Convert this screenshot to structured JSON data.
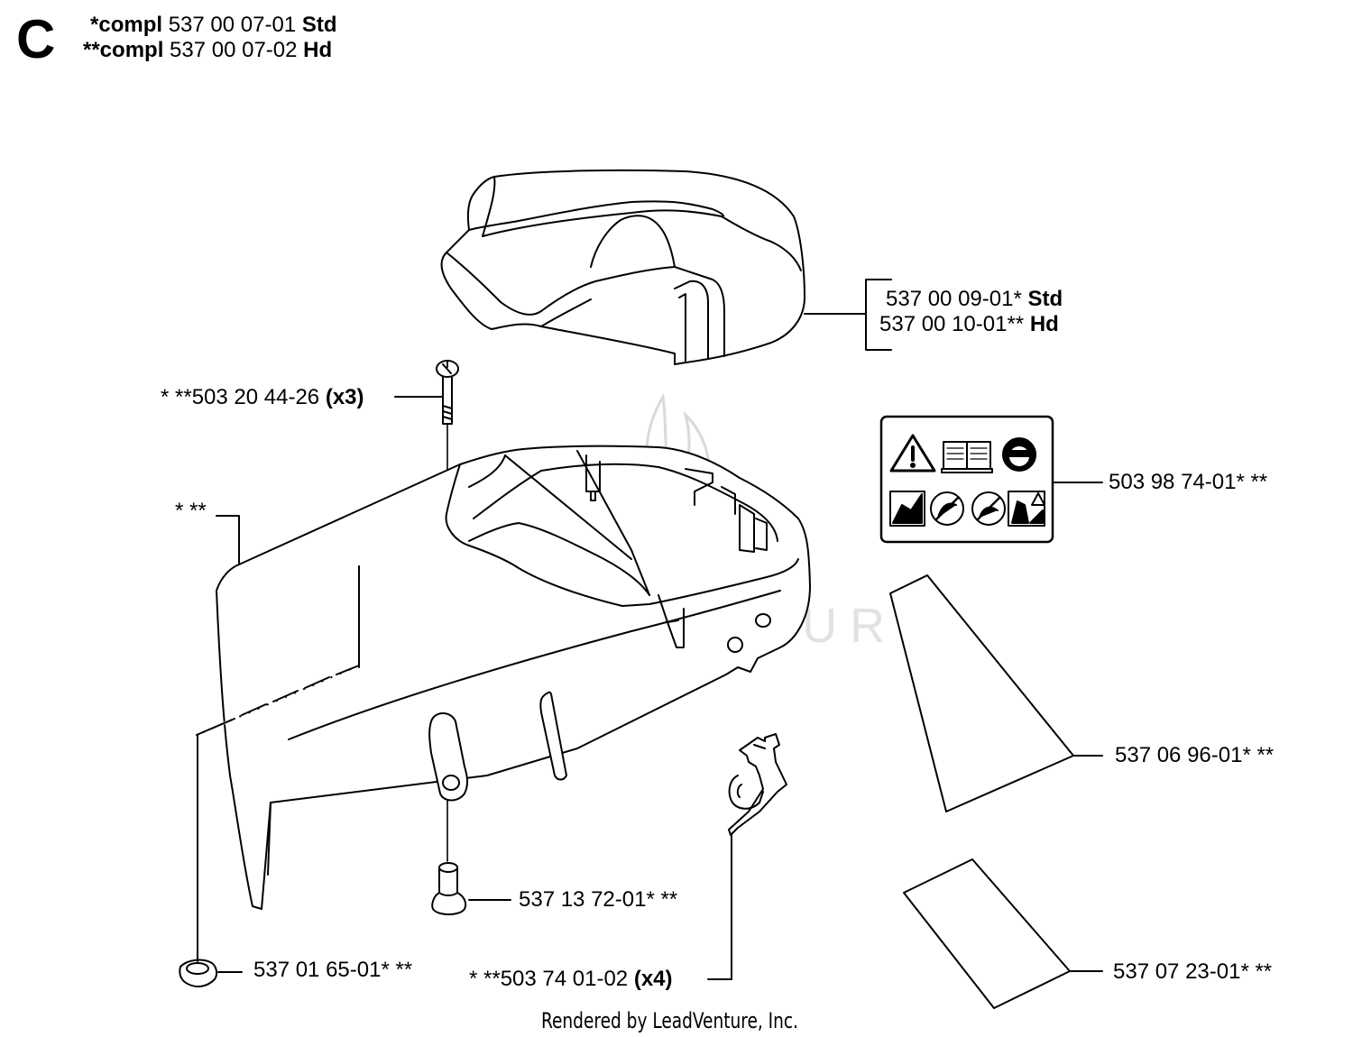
{
  "header": {
    "section_letter": "C",
    "line1": {
      "prefix": "*compl",
      "number": "537 00 07-01",
      "suffix": "Std"
    },
    "line2": {
      "prefix": "**compl",
      "number": "537 00 07-02",
      "suffix": "Hd"
    }
  },
  "parts": {
    "top_cover": {
      "line1": {
        "number": "537 00 09-01*",
        "suffix": "Std"
      },
      "line2": {
        "number": "537 00 10-01**",
        "suffix": "Hd"
      }
    },
    "screw": {
      "number": "* **503 20 44-26",
      "qty": "(x3)"
    },
    "main_cover": {
      "marks": "* **"
    },
    "decal": {
      "number": "503 98 74-01* **"
    },
    "sticker_large": {
      "number": "537 06 96-01* **"
    },
    "sleeve": {
      "number": "537 13 72-01* **"
    },
    "grommet": {
      "number": "537 01 65-01* **"
    },
    "clip": {
      "number": "* **503 74 01-02",
      "qty": "(x4)"
    },
    "sticker_small": {
      "number": "537 07 23-01* **"
    }
  },
  "watermark": {
    "text": "LEADVENTURE"
  },
  "footer": {
    "text": "Rendered by LeadVenture, Inc."
  }
}
